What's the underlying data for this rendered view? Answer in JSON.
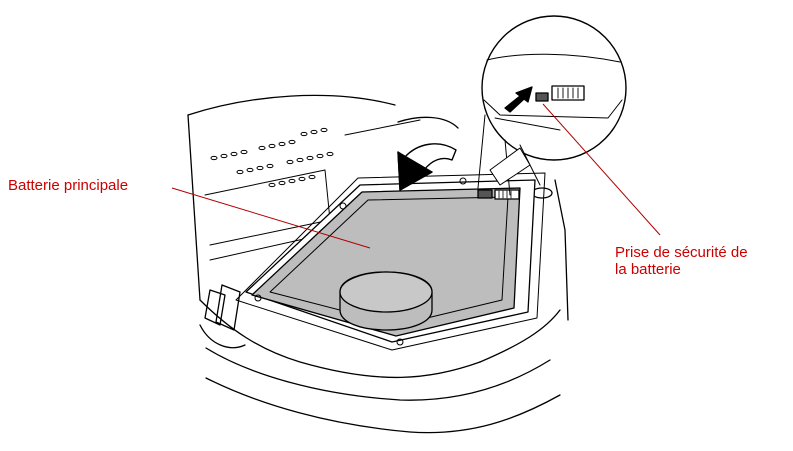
{
  "callouts": {
    "main_battery": "Batterie principale",
    "latch_line1": "Prise de sécurité de",
    "latch_line2": "la batterie"
  },
  "colors": {
    "callout_text": "#cc0000",
    "leader_line": "#b00000",
    "battery_fill": "#bdbdbd",
    "outline": "#000000"
  },
  "icons": [
    "rotate-arrow-icon",
    "slide-arrow-icon",
    "battery-lock-icon"
  ]
}
